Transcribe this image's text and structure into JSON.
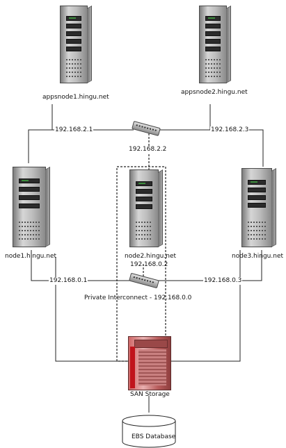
{
  "diagram": {
    "hosts": {
      "appsnode1": "appsnode1.hingu.net",
      "appsnode2": "appsnode2.hingu.net",
      "node1": "node1.hingu.net",
      "node2": "node2.hingu.net",
      "node3": "node3.hingu.net"
    },
    "public_ips": {
      "node1": "192.168.2.1",
      "node2": "192.168.2.2",
      "node3": "192.168.2.3"
    },
    "private_ips": {
      "node1": "192.168.0.1",
      "node2": "192.168.0.2",
      "node3": "192.168.0.3"
    },
    "private_interconnect": "Private Interconnect - 192.168.0.0",
    "san": "SAN Storage",
    "database": "EBS Database"
  }
}
